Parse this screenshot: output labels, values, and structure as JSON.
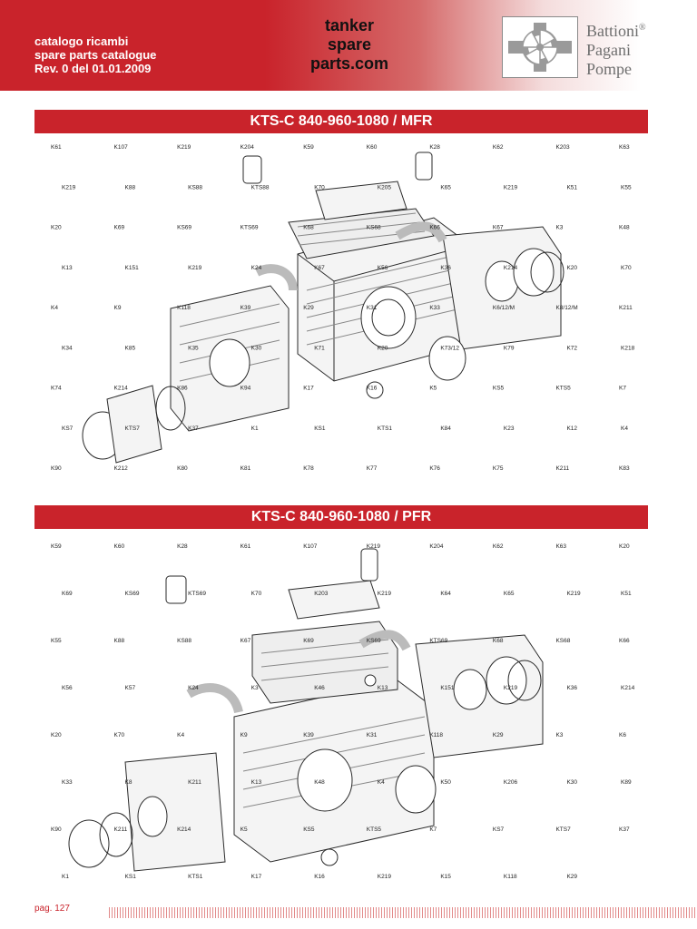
{
  "header": {
    "catalog_it": "catalogo ricambi",
    "catalog_en": "spare parts catalogue",
    "revision": "Rev. 0 del 01.01.2009",
    "site_line1": "tanker",
    "site_line2": "spare",
    "site_line3": "parts.com",
    "brand_line1": "Battioni",
    "brand_mark": "®",
    "brand_line2": "Pagani",
    "brand_line3": "Pompe"
  },
  "sections": [
    {
      "title": "KTS-C 840-960-1080 / MFR",
      "labels": [
        "K61",
        "K107",
        "K219",
        "K204",
        "K59",
        "K60",
        "K28",
        "K62",
        "K203",
        "K63",
        "K219",
        "K88",
        "KS88",
        "KTS88",
        "K70",
        "K205",
        "K65",
        "K219",
        "K51",
        "K55",
        "K20",
        "K69",
        "KS69",
        "KTS69",
        "K68",
        "KS68",
        "K66",
        "K67",
        "K3",
        "K48",
        "K13",
        "K151",
        "K219",
        "K24",
        "K67",
        "K56",
        "K36",
        "K214",
        "K20",
        "K70",
        "K4",
        "K9",
        "K118",
        "K39",
        "K29",
        "K31",
        "K33",
        "K6/12/M",
        "K8/12/M",
        "K211",
        "K34",
        "K85",
        "K35",
        "K30",
        "K71",
        "K20",
        "K73/12",
        "K79",
        "K72",
        "K218",
        "K74",
        "K214",
        "K86",
        "K94",
        "K17",
        "K16",
        "K5",
        "KS5",
        "KTS5",
        "K7",
        "KS7",
        "KTS7",
        "K37",
        "K1",
        "KS1",
        "KTS1",
        "K84",
        "K23",
        "K12",
        "K4",
        "K90",
        "K212",
        "K80",
        "K81",
        "K78",
        "K77",
        "K76",
        "K75",
        "K211",
        "K83"
      ]
    },
    {
      "title": "KTS-C 840-960-1080 / PFR",
      "labels": [
        "K59",
        "K60",
        "K28",
        "K61",
        "K107",
        "K219",
        "K204",
        "K62",
        "K63",
        "K20",
        "K69",
        "KS69",
        "KTS69",
        "K70",
        "K203",
        "K219",
        "K64",
        "K65",
        "K219",
        "K51",
        "K55",
        "K88",
        "KS88",
        "K67",
        "K69",
        "KS69",
        "KTS69",
        "K68",
        "KS68",
        "K66",
        "K56",
        "K57",
        "K24",
        "K3",
        "K46",
        "K13",
        "K151",
        "K219",
        "K36",
        "K214",
        "K20",
        "K70",
        "K4",
        "K9",
        "K39",
        "K31",
        "K118",
        "K29",
        "K3",
        "K6",
        "K33",
        "K8",
        "K211",
        "K13",
        "K48",
        "K4",
        "K50",
        "K206",
        "K30",
        "K89",
        "K90",
        "K211",
        "K214",
        "K5",
        "KS5",
        "KTS5",
        "K7",
        "KS7",
        "KTS7",
        "K37",
        "K1",
        "KS1",
        "KTS1",
        "K17",
        "K16",
        "K219",
        "K15",
        "K118",
        "K29"
      ]
    }
  ],
  "footer": {
    "page": "pag. 127"
  },
  "colors": {
    "accent": "#c9232b",
    "brand_grey": "#6f6f6f"
  }
}
